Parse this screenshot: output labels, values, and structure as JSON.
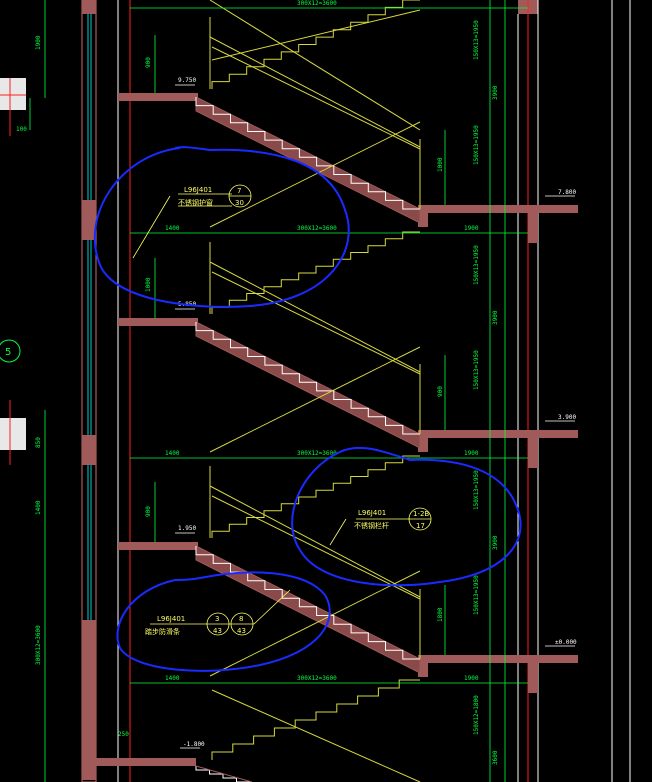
{
  "drawing": {
    "axis_label": "5",
    "levels": {
      "l1": "7.800",
      "l2": "3.900",
      "l3": "±0.000",
      "mid1": "5.850",
      "mid2": "1.950",
      "mid3": "-1.800",
      "top_mid": "9.750"
    },
    "dims": {
      "flight": "300X12=3600",
      "left": "1400",
      "right": "1900",
      "riser_a": "150X13=1950",
      "riser_b": "150X12=1800",
      "floor": "3900",
      "floor_b": "3600",
      "rail": "1000",
      "rail2": "1800",
      "gap": "900",
      "left_col_a": "1900",
      "left_col_b": "1400",
      "left_col_c": "300X12=3600",
      "left_col_d": "850",
      "small_a": "100",
      "small_b": "250"
    },
    "callouts": {
      "a": {
        "ref": "L96J401",
        "sym_top": "7",
        "sym_bottom": "30",
        "note": "不锈钢护窗"
      },
      "b": {
        "ref": "L96J401",
        "sym_top": "1-2B",
        "sym_bottom": "17",
        "note": "不锈钢栏杆"
      },
      "c": {
        "ref": "L96J401",
        "sym1_top": "3",
        "sym1_bottom": "43",
        "sym2_top": "8",
        "sym2_bottom": "43",
        "note": "踏步防滑条"
      }
    }
  }
}
